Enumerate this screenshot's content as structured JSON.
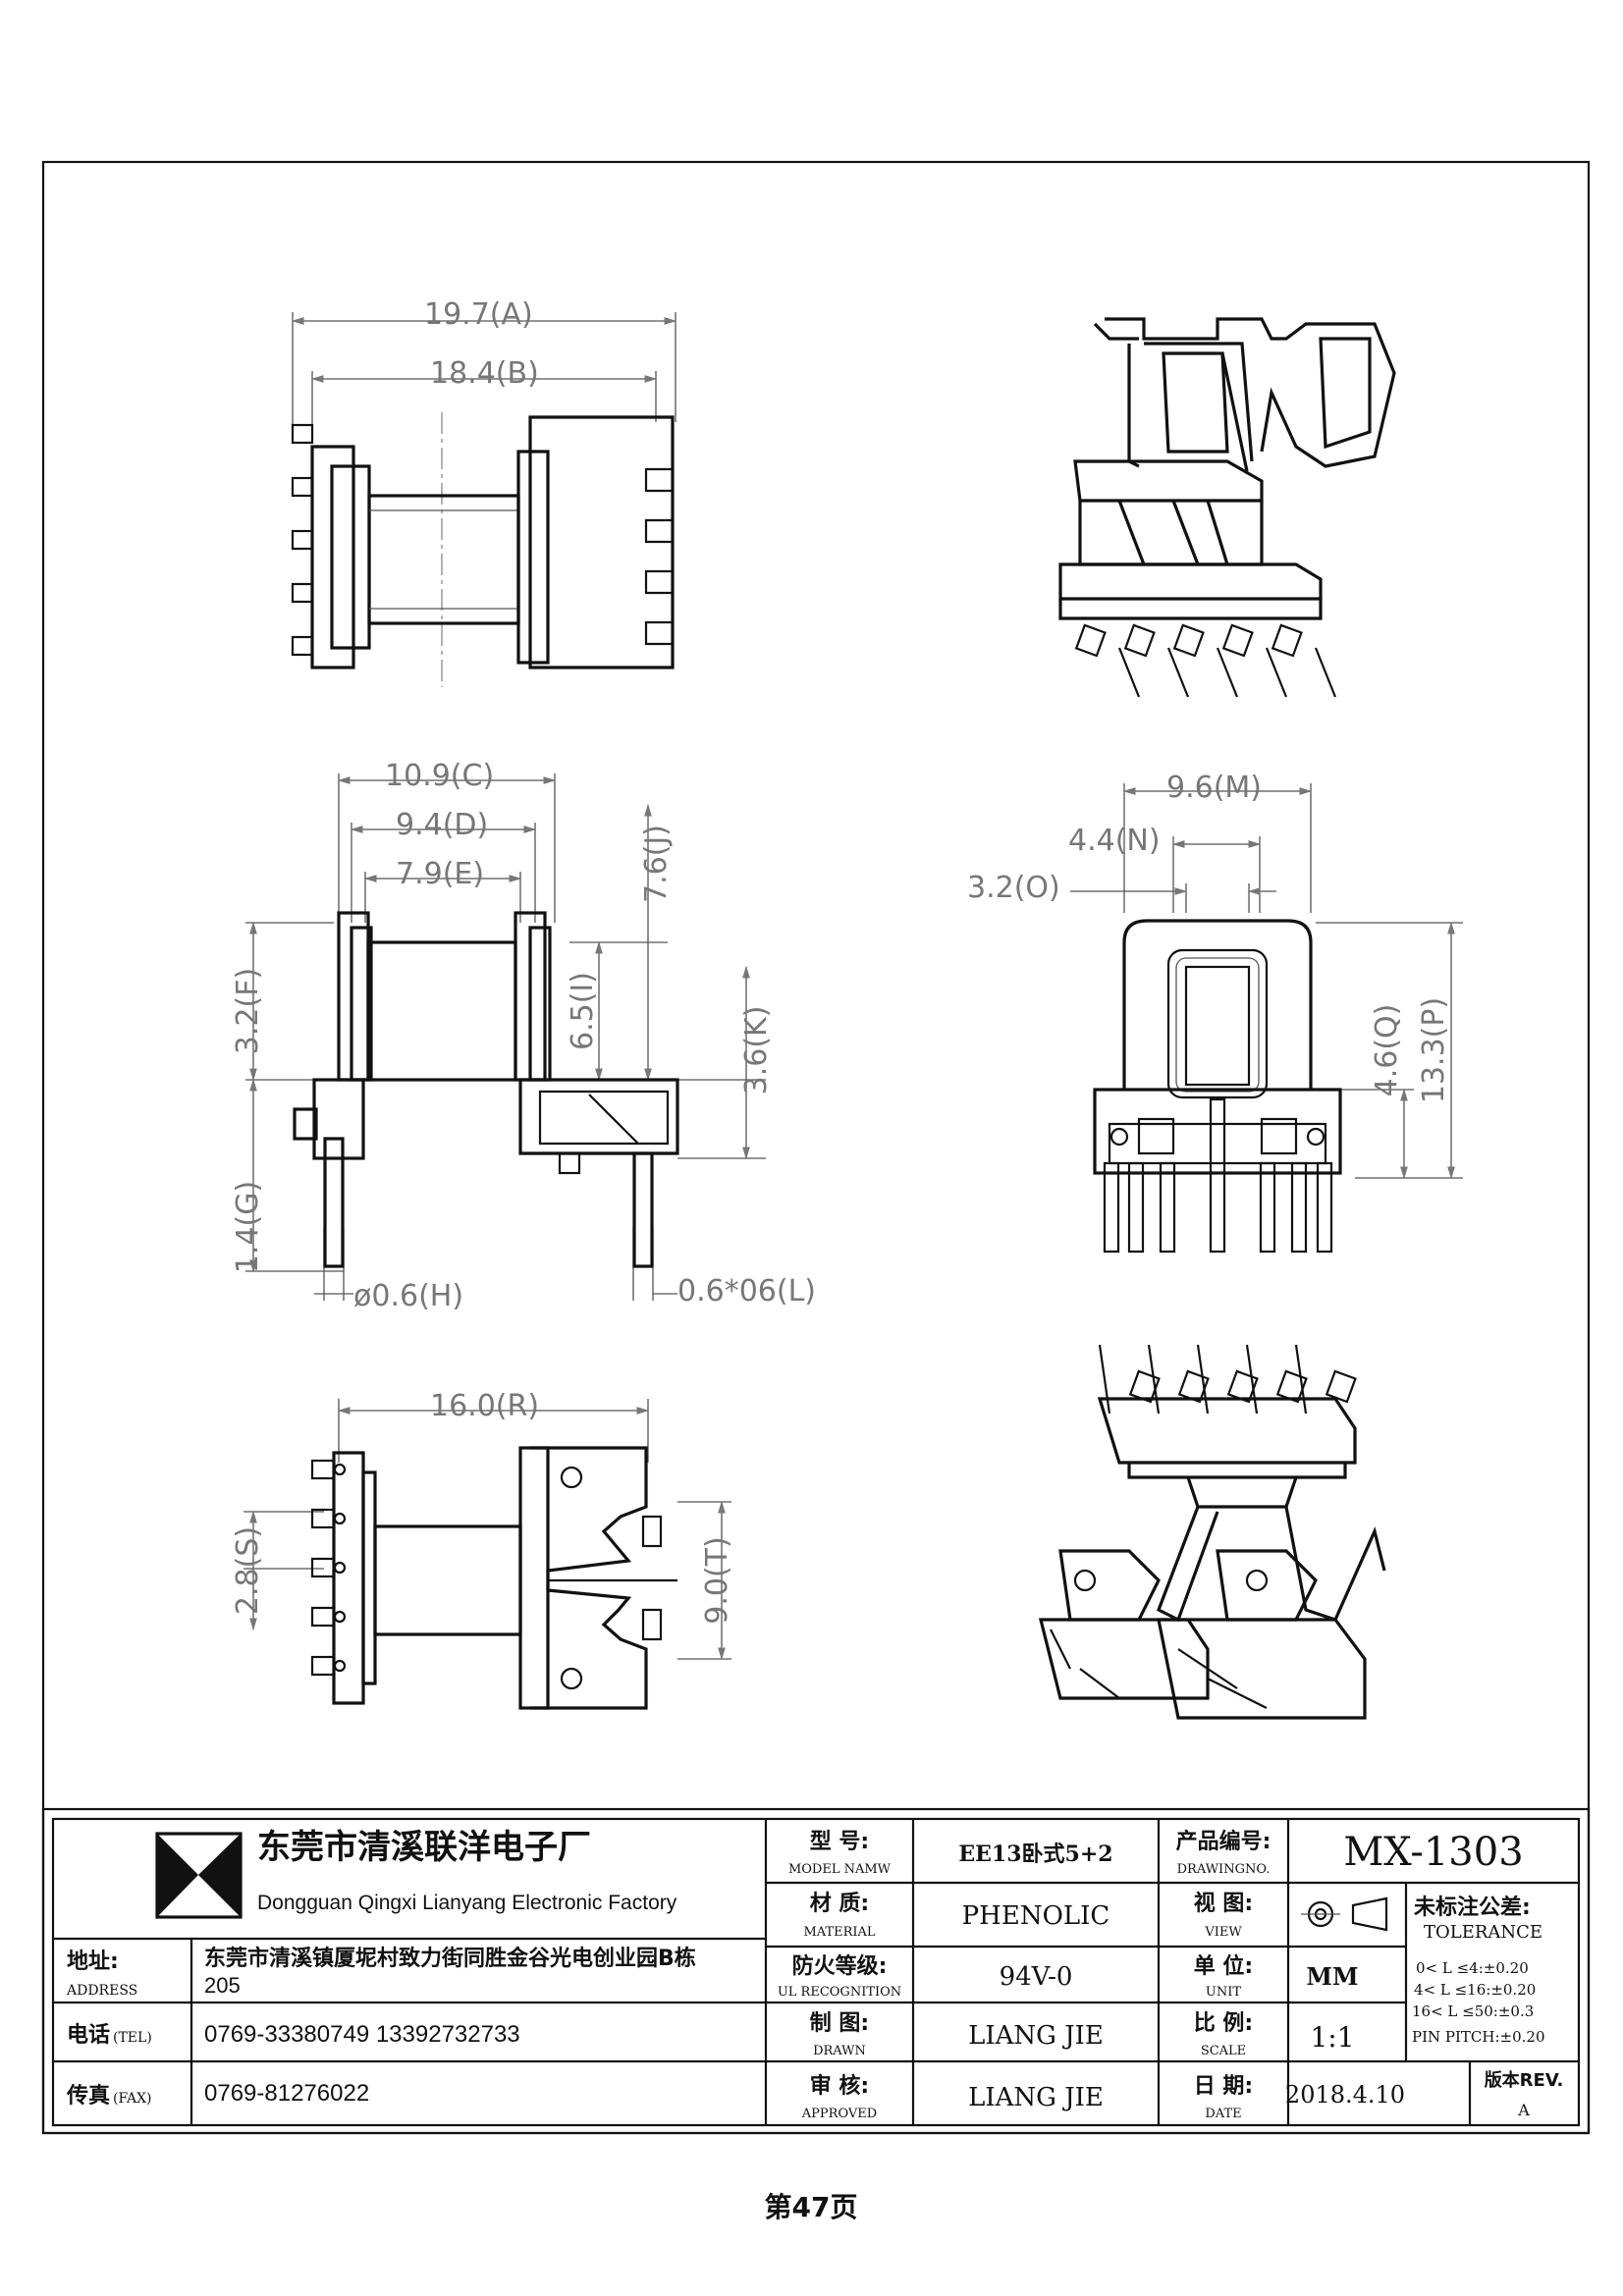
{
  "company": {
    "name_cn": "东莞市清溪联洋电子厂",
    "name_en": "Dongguan Qingxi Lianyang Electronic Factory"
  },
  "contact": {
    "address_label_cn": "地址:",
    "address_label_en": "ADDRESS",
    "address_line1": "东莞市清溪镇厦坭村致力街同胜金谷光电创业园B栋",
    "address_line2": "205",
    "phone_label_cn": "电话",
    "phone_label_en": "(TEL)",
    "phone_value": "0769-33380749    13392732733",
    "fax_label_cn": "传真",
    "fax_label_en": "(FAX)",
    "fax_value": "0769-81276022"
  },
  "fields": {
    "model_label_cn": "型  号:",
    "model_label_en": "MODEL NAMW",
    "model_value": "EE13卧式5+2",
    "material_label_cn": "材  质:",
    "material_label_en": "MATERIAL",
    "material_value": "PHENOLIC",
    "ul_label_cn": "防火等级:",
    "ul_label_en": "UL RECOGNITION",
    "ul_value": "94V-0",
    "drawn_label_cn": "制  图:",
    "drawn_label_en": "DRAWN",
    "drawn_value": "LIANG  JIE",
    "approved_label_cn": "审  核:",
    "approved_label_en": "APPROVED",
    "approved_value": "LIANG  JIE",
    "drawing_no_label_cn": "产品编号:",
    "drawing_no_label_en": "DRAWINGNO.",
    "drawing_no_value": "MX-1303",
    "view_label_cn": "视  图:",
    "view_label_en": "VIEW",
    "unit_label_cn": "单  位:",
    "unit_label_en": "UNIT",
    "unit_value": "MM",
    "scale_label_cn": "比  例:",
    "scale_label_en": "SCALE",
    "scale_value": "1:1",
    "date_label_cn": "日  期:",
    "date_label_en": "DATE",
    "date_value": "2018.4.10",
    "rev_label": "版本REV.",
    "rev_value": "A"
  },
  "tolerance": {
    "title_cn": "未标注公差:",
    "title_en": "TOLERANCE",
    "line1": "0< L ≤4:±0.20",
    "line2": "4< L ≤16:±0.20",
    "line3": "16< L ≤50:±0.3",
    "line4": "PIN PITCH:±0.20"
  },
  "dimensions": {
    "A": "19.7(A)",
    "B": "18.4(B)",
    "C": "10.9(C)",
    "D": "9.4(D)",
    "E": "7.9(E)",
    "F": "3.2(F)",
    "G": "1.4(G)",
    "H": "ø0.6(H)",
    "I": "6.5(I)",
    "J": "7.6(J)",
    "K": "3.6(K)",
    "L": "0.6*06(L)",
    "M": "9.6(M)",
    "N": "4.4(N)",
    "O": "3.2(O)",
    "P": "13.3(P)",
    "Q": "4.6(Q)",
    "R": "16.0(R)",
    "S": "2.8(S)",
    "T": "9.0(T)"
  },
  "page_footer": "第47页"
}
